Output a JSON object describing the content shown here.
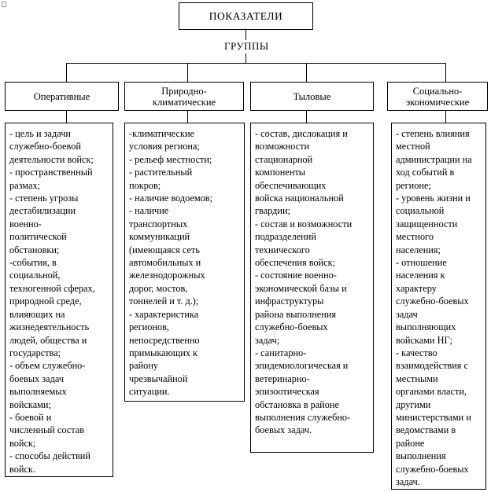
{
  "title": "ПОКАЗАТЕЛИ",
  "groups_label": "ГРУППЫ",
  "columns": [
    {
      "header": "Оперативные",
      "items": "- цель и задачи\nслужебно-боевой\nдеятельности войск;\n- пространственный\nразмах;\n- степень угрозы\nдестабилизации\nвоенно-\nполитической\nобстановки;\n -события, в\nсоциальной,\nтехногенной сферах,\nприродной среде,\nвлияющих на\nжизнедеятельность\nлюдей, общества и\nгосударства;\n- объем служебно-\nбоевых задач\nвыполняемых\nвойсками;\n- боевой и\nчисленный состав\nвойск;\n- способы действий\nвойск."
    },
    {
      "header": "Природно-\nклиматические",
      "items": "-климатические\nусловия региона;\n- рельеф местности;\n- растительный\nпокров;\n- наличие водоемов;\n- наличие\nтранспортных\nкоммуникаций\n(имеющаяся сеть\nавтомобильных и\nжелезнодорожных\nдорог, мостов,\nтоннелей и т. д.);\n- характеристика\nрегионов,\nнепосредственно\nпримыкающих к\nрайону\nчрезвычайной\nситуации."
    },
    {
      "header": "Тыловые",
      "items": "- состав, дислокация и\nвозможности\nстационарной\nкомпоненты\nобеспечивающих\nвойска национальной\nгвардии;\n- состав и возможности\nподразделений\nтехнического\nобеспечения войск;\n- состояние военно-\nэкономической базы и\nинфраструктуры\nрайона выполнения\nслужебно-боевых\nзадач;\n- санитарно-\nэпидемиологическая и\nветеринарно-\nэпизоотическая\nобстановка в районе\nвыполнения служебно-\nбоевых задач."
    },
    {
      "header": "Социально-\nэкономические",
      "items": "- степень влияния\nместной\nадминистрации на\nход событий в\nрегионе;\n- уровень жизни и\nсоциальной\nзащищенности\nместного\nнаселения;\n- отношение\nнаселения к\nхарактеру\nслужебно-боевых\nзадач\nвыполняющих\nвойсками НГ;\n- качество\nвзаимодействия с\nместными\nорганами власти,\nдругими\nминистерствами и\nведомствами в\nрайоне\nвыполнения\nслужебно-боевых\nзадач."
    }
  ]
}
